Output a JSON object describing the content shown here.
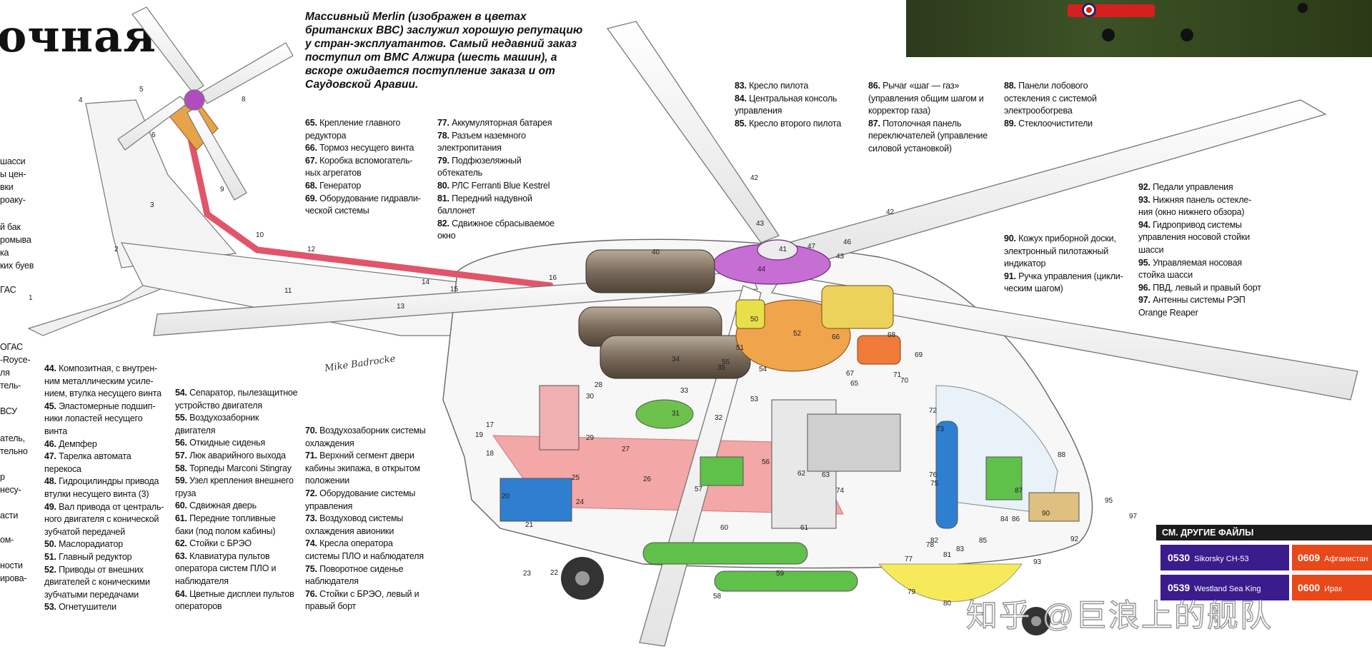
{
  "title": "очная",
  "caption": "Массивный Merlin (изображен в цветах британских ВВС) заслужил хорошую репутацию у стран-эксплуатантов. Самый недавний заказ поступил от ВМС Алжира (шесть машин), а вскоре ожидается поступление заказа и от Саудовской Аравии.",
  "signature": "Mike Badrocke",
  "legend_left_fragments": [
    "шасси",
    "ы цен-",
    "вки",
    "роаку-",
    "й бак",
    "ромыва",
    "ка",
    "ких буев",
    "ГАС",
    "ОГАС",
    "-Royce-",
    "ля",
    "тель-",
    "ВСУ",
    "атель,",
    "тельно",
    "р",
    "несу-",
    "асти",
    "ом-",
    "ности",
    "ирова-"
  ],
  "legend_44_53": [
    {
      "n": "44.",
      "t": "Композитная, с внутрен-"
    },
    {
      "n": "",
      "t": "ним металлическим усиле-"
    },
    {
      "n": "",
      "t": "нием, втулка несущего винта"
    },
    {
      "n": "45.",
      "t": "Эластомерные подшип-"
    },
    {
      "n": "",
      "t": "ники лопастей несущего"
    },
    {
      "n": "",
      "t": "винта"
    },
    {
      "n": "46.",
      "t": "Демпфер"
    },
    {
      "n": "47.",
      "t": "Тарелка автомата"
    },
    {
      "n": "",
      "t": "перекоса"
    },
    {
      "n": "48.",
      "t": "Гидроцилиндры привода"
    },
    {
      "n": "",
      "t": "втулки несущего винта (3)"
    },
    {
      "n": "49.",
      "t": "Вал привода от централь-"
    },
    {
      "n": "",
      "t": "ного двигателя с конической"
    },
    {
      "n": "",
      "t": "зубчатой передачей"
    },
    {
      "n": "50.",
      "t": "Маслорадиатор"
    },
    {
      "n": "51.",
      "t": "Главный редуктор"
    },
    {
      "n": "52.",
      "t": "Приводы от внешних"
    },
    {
      "n": "",
      "t": "двигателей с коническими"
    },
    {
      "n": "",
      "t": "зубчатыми передачами"
    },
    {
      "n": "53.",
      "t": "Огнетушители"
    }
  ],
  "legend_54_64": [
    {
      "n": "54.",
      "t": "Сепаратор, пылезащитное"
    },
    {
      "n": "",
      "t": "устройство двигателя"
    },
    {
      "n": "55.",
      "t": "Воздухозаборник"
    },
    {
      "n": "",
      "t": "двигателя"
    },
    {
      "n": "56.",
      "t": "Откидные сиденья"
    },
    {
      "n": "57.",
      "t": "Люк аварийного выхода"
    },
    {
      "n": "58.",
      "t": "Торпеды Marconi Stingray"
    },
    {
      "n": "59.",
      "t": "Узел крепления внешнего"
    },
    {
      "n": "",
      "t": "груза"
    },
    {
      "n": "60.",
      "t": "Сдвижная дверь"
    },
    {
      "n": "61.",
      "t": "Передние топливные"
    },
    {
      "n": "",
      "t": "баки (под полом кабины)"
    },
    {
      "n": "62.",
      "t": "Стойки с БРЭО"
    },
    {
      "n": "63.",
      "t": "Клавиатура пультов"
    },
    {
      "n": "",
      "t": "оператора систем ПЛО и"
    },
    {
      "n": "",
      "t": "наблюдателя"
    },
    {
      "n": "64.",
      "t": "Цветные дисплеи пультов"
    },
    {
      "n": "",
      "t": "операторов"
    }
  ],
  "legend_65_69": [
    {
      "n": "65.",
      "t": "Крепление главного"
    },
    {
      "n": "",
      "t": "редуктора"
    },
    {
      "n": "66.",
      "t": "Тормоз несущего винта"
    },
    {
      "n": "67.",
      "t": "Коробка вспомогатель-"
    },
    {
      "n": "",
      "t": "ных агрегатов"
    },
    {
      "n": "68.",
      "t": "Генератор"
    },
    {
      "n": "69.",
      "t": "Оборудование гидравли-"
    },
    {
      "n": "",
      "t": "ческой системы"
    }
  ],
  "legend_70_76": [
    {
      "n": "70.",
      "t": "Воздухозаборник системы"
    },
    {
      "n": "",
      "t": "охлаждения"
    },
    {
      "n": "71.",
      "t": "Верхний сегмент двери"
    },
    {
      "n": "",
      "t": "кабины экипажа, в открытом"
    },
    {
      "n": "",
      "t": "положении"
    },
    {
      "n": "72.",
      "t": "Оборудование системы"
    },
    {
      "n": "",
      "t": "управления"
    },
    {
      "n": "73.",
      "t": "Воздуховод системы"
    },
    {
      "n": "",
      "t": "охлаждения авионики"
    },
    {
      "n": "74.",
      "t": "Кресла оператора"
    },
    {
      "n": "",
      "t": "системы ПЛО и наблюдателя"
    },
    {
      "n": "75.",
      "t": "Поворотное сиденье"
    },
    {
      "n": "",
      "t": "наблюдателя"
    },
    {
      "n": "76.",
      "t": "Стойки с БРЭО, левый и"
    },
    {
      "n": "",
      "t": "правый борт"
    }
  ],
  "legend_77_82": [
    {
      "n": "77.",
      "t": "Аккумуляторная батарея"
    },
    {
      "n": "78.",
      "t": "Разъем наземного"
    },
    {
      "n": "",
      "t": "электропитания"
    },
    {
      "n": "79.",
      "t": "Подфюзеляжный"
    },
    {
      "n": "",
      "t": "обтекатель"
    },
    {
      "n": "80.",
      "t": "РЛС Ferranti Blue Kestrel"
    },
    {
      "n": "81.",
      "t": "Передний надувной"
    },
    {
      "n": "",
      "t": "баллонет"
    },
    {
      "n": "82.",
      "t": "Сдвижное сбрасываемое"
    },
    {
      "n": "",
      "t": "окно"
    }
  ],
  "legend_83_85": [
    {
      "n": "83.",
      "t": "Кресло пилота"
    },
    {
      "n": "84.",
      "t": "Центральная консоль"
    },
    {
      "n": "",
      "t": "управления"
    },
    {
      "n": "85.",
      "t": "Кресло второго пилота"
    }
  ],
  "legend_86_87": [
    {
      "n": "86.",
      "t": "Рычаг «шаг — газ»"
    },
    {
      "n": "",
      "t": "(управления общим шагом и"
    },
    {
      "n": "",
      "t": "корректор газа)"
    },
    {
      "n": "87.",
      "t": "Потолочная панель"
    },
    {
      "n": "",
      "t": "переключателей (управление"
    },
    {
      "n": "",
      "t": "силовой установкой)"
    }
  ],
  "legend_88_89": [
    {
      "n": "88.",
      "t": "Панели лобового"
    },
    {
      "n": "",
      "t": "остекления с системой"
    },
    {
      "n": "",
      "t": "электрообогрева"
    },
    {
      "n": "89.",
      "t": "Стеклоочистители"
    }
  ],
  "legend_90_91": [
    {
      "n": "90.",
      "t": "Кожух приборной доски,"
    },
    {
      "n": "",
      "t": "электронный пилотажный"
    },
    {
      "n": "",
      "t": "индикатор"
    },
    {
      "n": "91.",
      "t": "Ручка управления (цикли-"
    },
    {
      "n": "",
      "t": "ческим шагом)"
    }
  ],
  "legend_92_97": [
    {
      "n": "92.",
      "t": "Педали управления"
    },
    {
      "n": "93.",
      "t": "Нижняя панель остекле-"
    },
    {
      "n": "",
      "t": "ния (окно нижнего обзора)"
    },
    {
      "n": "94.",
      "t": "Гидропривод системы"
    },
    {
      "n": "",
      "t": "управления носовой стойки"
    },
    {
      "n": "",
      "t": "шасси"
    },
    {
      "n": "95.",
      "t": "Управляемая носовая"
    },
    {
      "n": "",
      "t": "стойка шасси"
    },
    {
      "n": "96.",
      "t": "ПВД, левый и правый борт"
    },
    {
      "n": "97.",
      "t": "Антенны системы РЭП"
    },
    {
      "n": "",
      "t": "Orange Reaper"
    }
  ],
  "callouts": [
    {
      "t": "1"
    },
    {
      "t": "2"
    },
    {
      "t": "3"
    },
    {
      "t": "4"
    },
    {
      "t": "5"
    },
    {
      "t": "6"
    },
    {
      "t": "8"
    },
    {
      "t": "9"
    },
    {
      "t": "10"
    },
    {
      "t": "11"
    },
    {
      "t": "12"
    },
    {
      "t": "13"
    },
    {
      "t": "14"
    },
    {
      "t": "15"
    },
    {
      "t": "16"
    },
    {
      "t": "17"
    },
    {
      "t": "18"
    },
    {
      "t": "19"
    },
    {
      "t": "20"
    },
    {
      "t": "21"
    },
    {
      "t": "22"
    },
    {
      "t": "23"
    },
    {
      "t": "24"
    },
    {
      "t": "25"
    },
    {
      "t": "26"
    },
    {
      "t": "27"
    },
    {
      "t": "28"
    },
    {
      "t": "29"
    },
    {
      "t": "30"
    },
    {
      "t": "31"
    },
    {
      "t": "32"
    },
    {
      "t": "33"
    },
    {
      "t": "34"
    },
    {
      "t": "35"
    },
    {
      "t": "40"
    },
    {
      "t": "41"
    },
    {
      "t": "42"
    },
    {
      "t": "42"
    },
    {
      "t": "43"
    },
    {
      "t": "43"
    },
    {
      "t": "44"
    },
    {
      "t": "46"
    },
    {
      "t": "47"
    },
    {
      "t": "50"
    },
    {
      "t": "51"
    },
    {
      "t": "52"
    },
    {
      "t": "53"
    },
    {
      "t": "54"
    },
    {
      "t": "55"
    },
    {
      "t": "56"
    },
    {
      "t": "57"
    },
    {
      "t": "58"
    },
    {
      "t": "59"
    },
    {
      "t": "60"
    },
    {
      "t": "61"
    },
    {
      "t": "62"
    },
    {
      "t": "63"
    },
    {
      "t": "65"
    },
    {
      "t": "66"
    },
    {
      "t": "67"
    },
    {
      "t": "68"
    },
    {
      "t": "69"
    },
    {
      "t": "70"
    },
    {
      "t": "71"
    },
    {
      "t": "72"
    },
    {
      "t": "73"
    },
    {
      "t": "74"
    },
    {
      "t": "75"
    },
    {
      "t": "76"
    },
    {
      "t": "77"
    },
    {
      "t": "78"
    },
    {
      "t": "79"
    },
    {
      "t": "80"
    },
    {
      "t": "81"
    },
    {
      "t": "82"
    },
    {
      "t": "83"
    },
    {
      "t": "84"
    },
    {
      "t": "85"
    },
    {
      "t": "86"
    },
    {
      "t": "87"
    },
    {
      "t": "88"
    },
    {
      "t": "90"
    },
    {
      "t": "92"
    },
    {
      "t": "93"
    },
    {
      "t": "95"
    },
    {
      "t": "97"
    }
  ],
  "files": {
    "heading": "СМ. ДРУГИЕ ФАЙЛЫ",
    "items": [
      {
        "num": "0530",
        "label": "Sikorsky CH-53"
      },
      {
        "num": "0609",
        "label": "Афганистан"
      },
      {
        "num": "0539",
        "label": "Westland Sea King"
      },
      {
        "num": "0600",
        "label": "Ирак"
      }
    ]
  },
  "watermark": "知乎 @巨浪上的舰队",
  "colors": {
    "rotor": "#b04cc0",
    "rotor_light": "#d58be0",
    "tail_shaft": "#e0556a",
    "floor": "#f2a6a6",
    "blue_fuel": "#2f7fd0",
    "green": "#5fc04a",
    "engine": "#8a7a6a",
    "yellow": "#f6ea5a",
    "files_head": "#1c1c1c",
    "files_blue": "#3a1c8c",
    "files_orange": "#e8481a"
  }
}
